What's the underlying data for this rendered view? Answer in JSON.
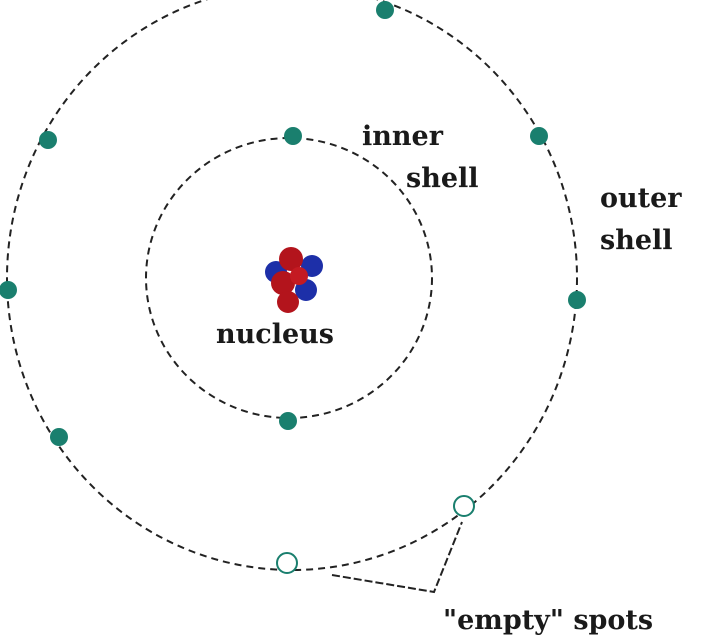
{
  "diagram": {
    "labels": {
      "inner_shell_line1": "inner",
      "inner_shell_line2": "shell",
      "outer_shell_line1": "outer",
      "outer_shell_line2": "shell",
      "nucleus": "nucleus",
      "empty_spots": "\"empty\" spots"
    },
    "inner_shell_electron_count": 2,
    "outer_shell_electron_count": 6,
    "outer_shell_empty_spot_count": 2,
    "colors": {
      "electron": "#1a7f6e",
      "proton": "#b3141c",
      "neutron": "#1d2fa8",
      "orbit_line": "#222222",
      "background": "#ffffff"
    }
  }
}
